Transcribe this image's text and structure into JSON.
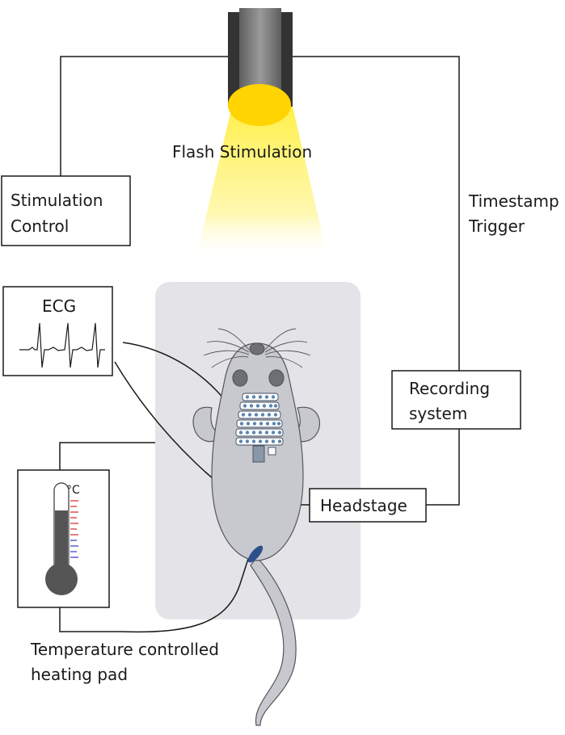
{
  "labels": {
    "flash": "Flash Stimulation",
    "stim_control_line1": "Stimulation",
    "stim_control_line2": "Control",
    "timestamp_line1": "Timestamp",
    "timestamp_line2": "Trigger",
    "ecg": "ECG",
    "recording_line1": "Recording",
    "recording_line2": "system",
    "headstage": "Headstage",
    "celsius": "°C",
    "heating_line1": "Temperature controlled",
    "heating_line2": "heating pad"
  },
  "colors": {
    "light_yellow": "#ffd400",
    "beam_yellow": "#fff36a",
    "lamp_dark": "#333333",
    "lamp_mid": "#7a7a7a",
    "pad_gray": "#e4e4e8",
    "mouse_body": "#c8c8cf",
    "mouse_outline": "#55555c",
    "electrode_blue": "#5a86b0",
    "thermo_red": "#d9534f",
    "thermo_blue": "#5560c8"
  }
}
